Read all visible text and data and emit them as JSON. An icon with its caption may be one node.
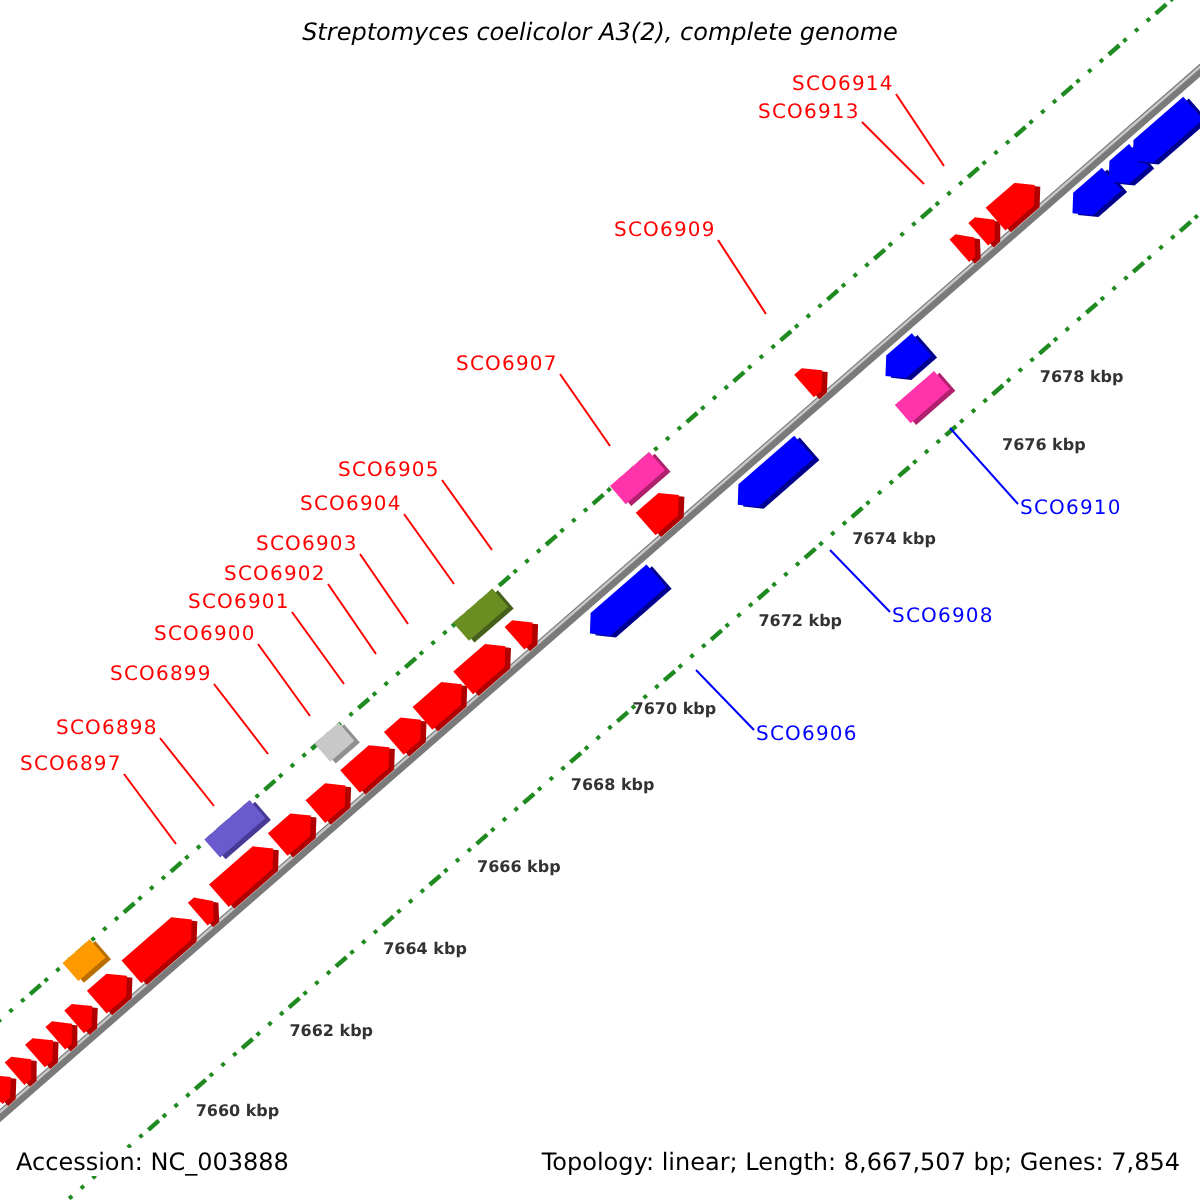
{
  "diagram": {
    "title": "Streptomyces coelicolor A3(2), complete genome",
    "nodes": [
      {
        "text": [
          "SCO6897"
        ]
      },
      {
        "text": [
          "SCO6898"
        ]
      },
      {
        "text": [
          "SCO6899"
        ]
      },
      {
        "text": [
          "SCO6900"
        ]
      },
      {
        "text": [
          "SCO6901"
        ]
      },
      {
        "text": [
          "SCO6902"
        ]
      },
      {
        "text": [
          "SCO6903"
        ]
      },
      {
        "text": [
          "SCO6904"
        ]
      },
      {
        "text": [
          "SCO6905"
        ]
      },
      {
        "text": [
          "SCO6907"
        ]
      },
      {
        "text": [
          "SCO6909"
        ]
      },
      {
        "text": [
          "SCO6913"
        ]
      },
      {
        "text": [
          "SCO6914"
        ]
      },
      {
        "text": [
          "SCO6906"
        ]
      },
      {
        "text": [
          "SCO6908"
        ]
      },
      {
        "text": [
          "SCO6910"
        ]
      }
    ],
    "edges": [
      {
        "from": 0,
        "to": null,
        "arrow": "none"
      },
      {
        "from": 1,
        "to": null,
        "arrow": "none"
      },
      {
        "from": 2,
        "to": null,
        "arrow": "none"
      },
      {
        "from": 3,
        "to": null,
        "arrow": "none"
      },
      {
        "from": 4,
        "to": null,
        "arrow": "none"
      },
      {
        "from": 5,
        "to": null,
        "arrow": "none"
      },
      {
        "from": 6,
        "to": null,
        "arrow": "none"
      },
      {
        "from": 7,
        "to": null,
        "arrow": "none"
      },
      {
        "from": 8,
        "to": null,
        "arrow": "none"
      },
      {
        "from": 9,
        "to": null,
        "arrow": "none"
      },
      {
        "from": 10,
        "to": null,
        "arrow": "none"
      },
      {
        "from": 11,
        "to": null,
        "arrow": "none"
      },
      {
        "from": 12,
        "to": null,
        "arrow": "none"
      },
      {
        "from": 13,
        "to": null,
        "arrow": "none",
        "color": "#0000ff"
      },
      {
        "from": 14,
        "to": null,
        "arrow": "none",
        "color": "#0000ff"
      },
      {
        "from": 15,
        "to": null,
        "arrow": "none",
        "color": "#0000ff"
      }
    ],
    "labels": [
      "7660 kbp",
      "7662 kbp",
      "7664 kbp",
      "7666 kbp",
      "7668 kbp",
      "7670 kbp",
      "7672 kbp",
      "7674 kbp",
      "7676 kbp",
      "7678 kbp",
      "Accession: NC_003888",
      "Topology: linear; Length: 8,667,507 bp; Genes: 7,854"
    ]
  }
}
